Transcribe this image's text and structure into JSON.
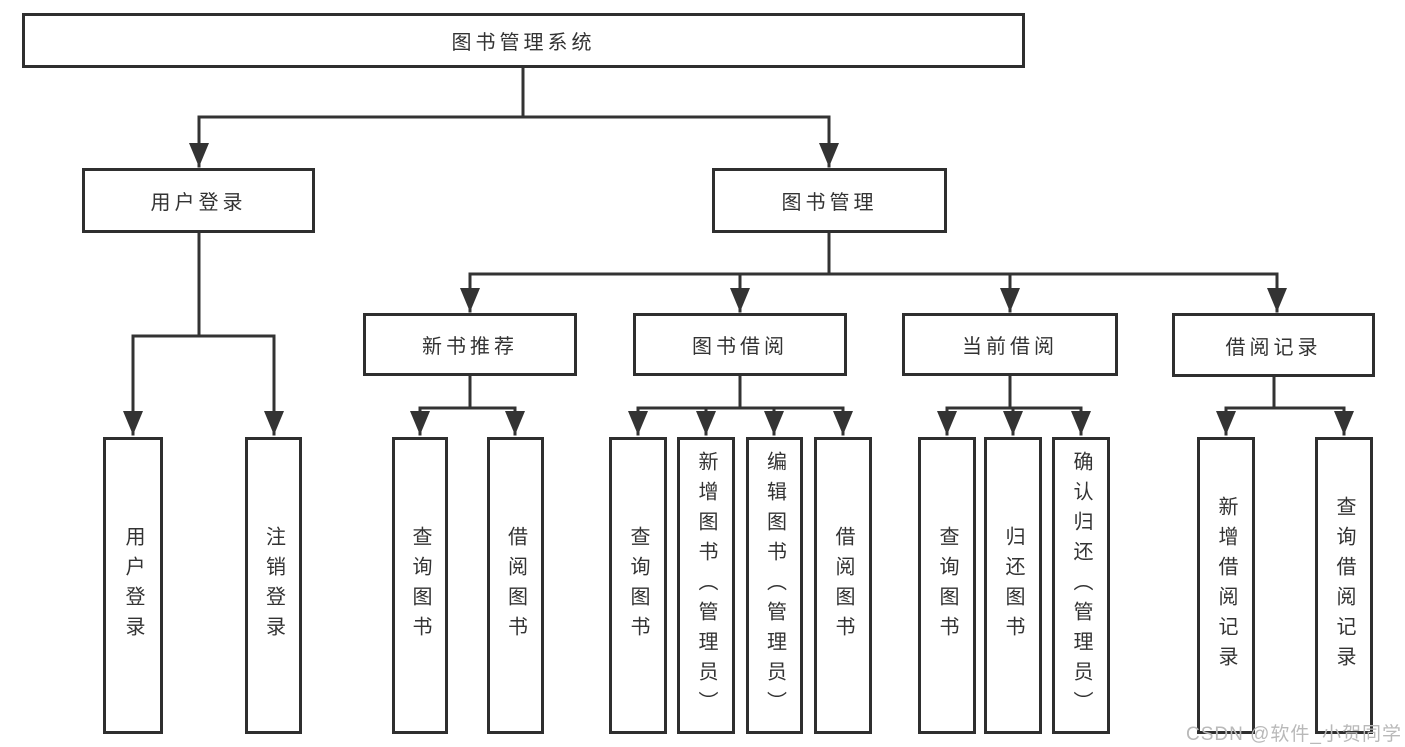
{
  "diagram": {
    "root": {
      "label": "图书管理系统"
    },
    "branches": [
      {
        "label": "用户登录",
        "leaves": [
          "用户登录",
          "注销登录"
        ]
      },
      {
        "label": "图书管理",
        "groups": [
          {
            "label": "新书推荐",
            "leaves": [
              "查询图书",
              "借阅图书"
            ]
          },
          {
            "label": "图书借阅",
            "leaves": [
              "查询图书",
              "新增图书（管理员）",
              "编辑图书（管理员）",
              "借阅图书"
            ]
          },
          {
            "label": "当前借阅",
            "leaves": [
              "查询图书",
              "归还图书",
              "确认归还（管理员）"
            ]
          },
          {
            "label": "借阅记录",
            "leaves": [
              "新增借阅记录",
              "查询借阅记录"
            ]
          }
        ]
      }
    ]
  },
  "colors": {
    "line": "#333333",
    "box_border": "#2f2f2f",
    "text": "#333333",
    "watermark": "#b9b9b9",
    "background": "#ffffff"
  },
  "watermark": "CSDN @软件_小贺同学"
}
